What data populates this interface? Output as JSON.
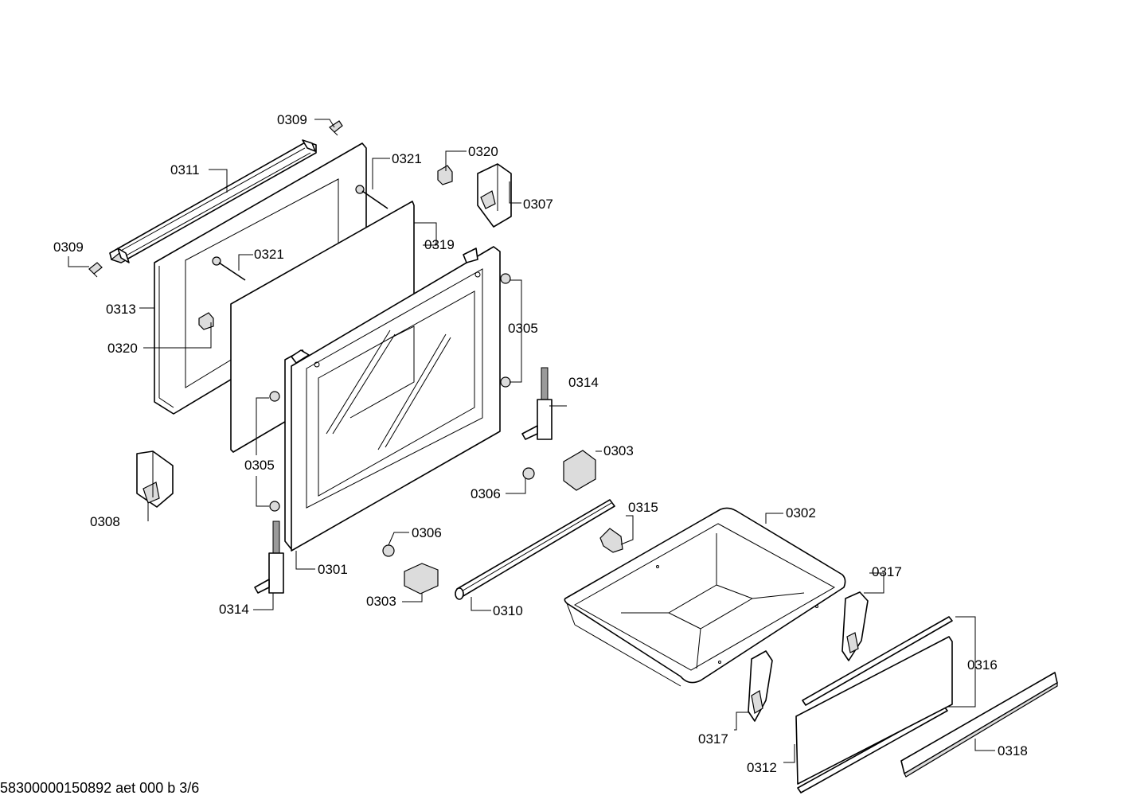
{
  "diagram": {
    "callouts": {
      "c0301": "0301",
      "c0302": "0302",
      "c0303a": "0303",
      "c0303b": "0303",
      "c0305a": "0305",
      "c0305b": "0305",
      "c0306a": "0306",
      "c0306b": "0306",
      "c0307": "0307",
      "c0308": "0308",
      "c0309a": "0309",
      "c0309b": "0309",
      "c0310": "0310",
      "c0311": "0311",
      "c0312": "0312",
      "c0313": "0313",
      "c0314a": "0314",
      "c0314b": "0314",
      "c0315": "0315",
      "c0316": "0316",
      "c0317a": "0317",
      "c0317b": "0317",
      "c0318": "0318",
      "c0319": "0319",
      "c0320a": "0320",
      "c0320b": "0320",
      "c0321a": "0321",
      "c0321b": "0321"
    },
    "footer_code": "58300000150892 aet 000 b 3/6"
  },
  "colors": {
    "line": "#000000",
    "background": "#ffffff",
    "shade": "#dcdcdc"
  }
}
